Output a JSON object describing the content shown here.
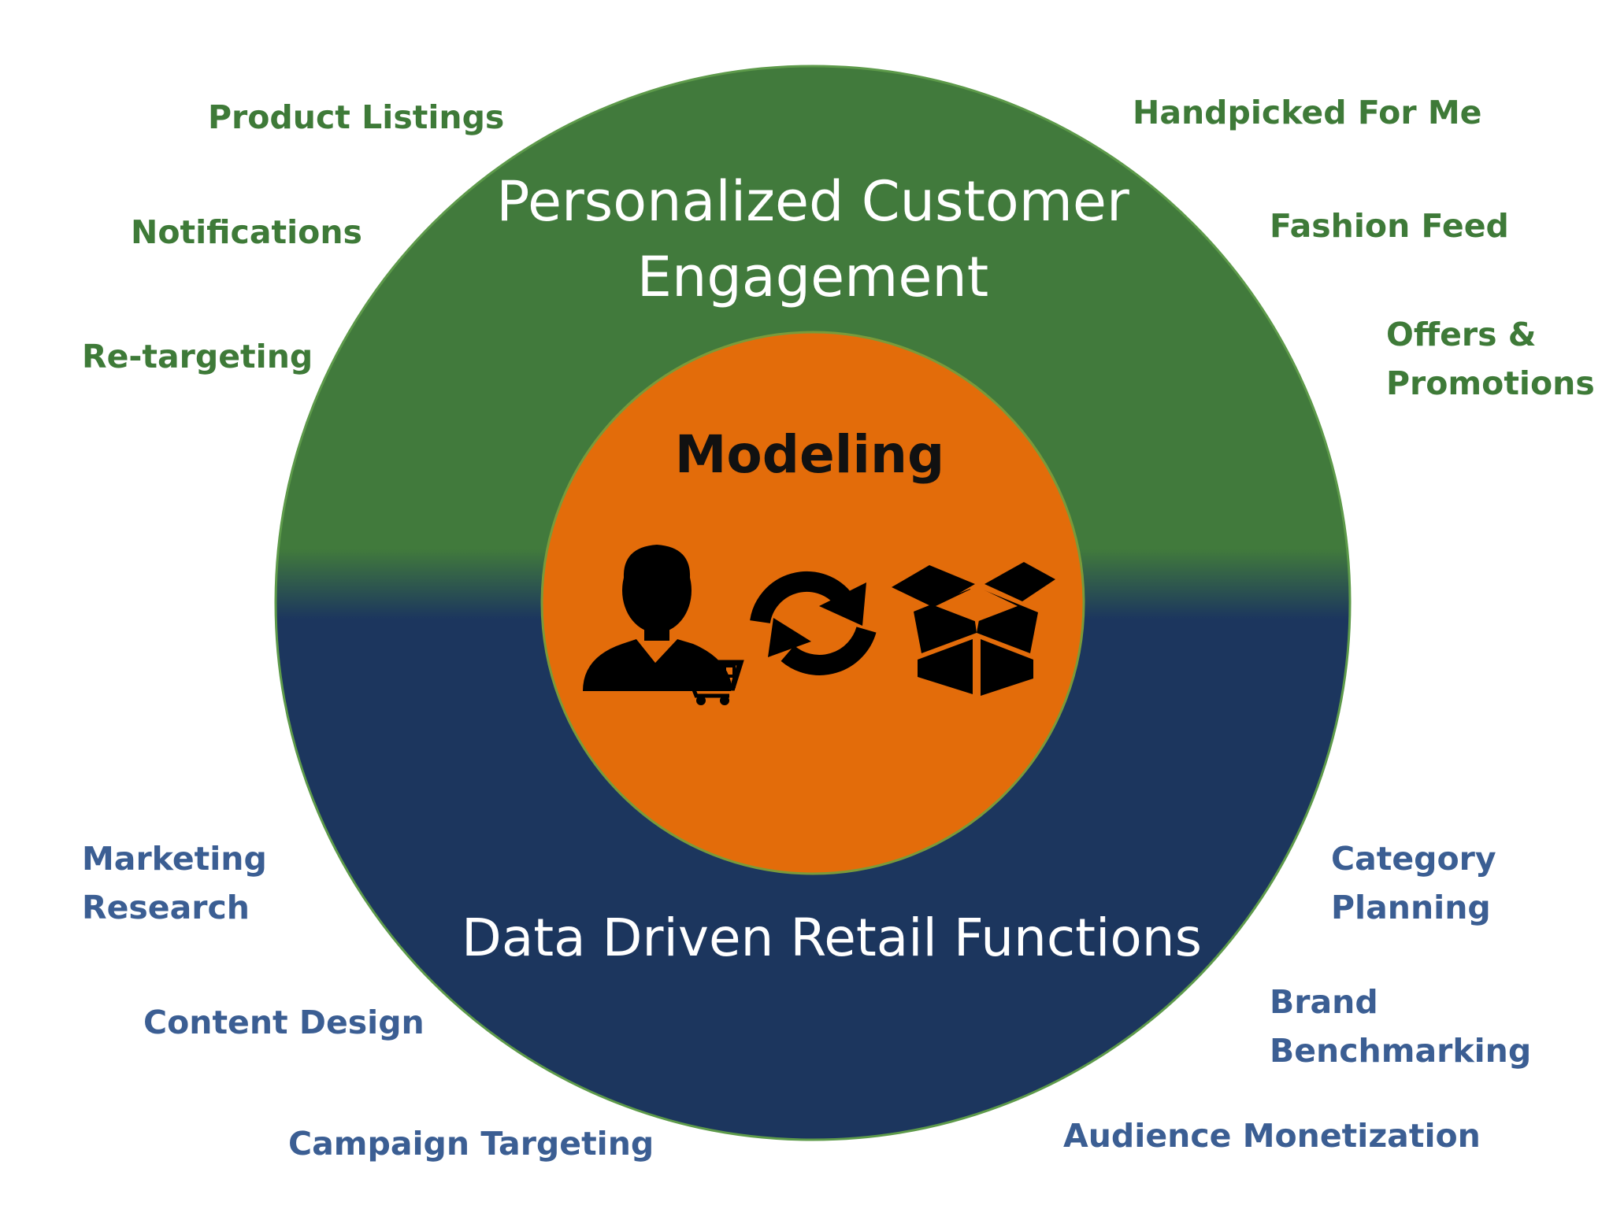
{
  "colors": {
    "outer_top": "#417a3c",
    "outer_bottom": "#1c365e",
    "inner": "#e36c0a",
    "green_text": "#3e7a38",
    "blue_text": "#3b5e93",
    "icon": "#000000",
    "circle_text": "#ffffff"
  },
  "circle": {
    "top_title": "Personalized Customer Engagement",
    "bottom_title": "Data Driven Retail Functions",
    "center_title": "Modeling"
  },
  "icons": [
    "shopper-with-cart-icon",
    "refresh-arrows-icon",
    "open-box-icon"
  ],
  "left_green": [
    {
      "id": "product-listings",
      "text": "Product Listings"
    },
    {
      "id": "notifications",
      "text": "Notifications"
    },
    {
      "id": "re-targeting",
      "text": "Re-targeting"
    }
  ],
  "right_green": [
    {
      "id": "handpicked-for-me",
      "text": "Handpicked For Me"
    },
    {
      "id": "fashion-feed",
      "text": "Fashion Feed"
    },
    {
      "id": "offers-promotions",
      "text": "Offers &\nPromotions"
    }
  ],
  "left_blue": [
    {
      "id": "marketing-research",
      "text": "Marketing\nResearch"
    },
    {
      "id": "content-design",
      "text": "Content Design"
    },
    {
      "id": "campaign-targeting",
      "text": "Campaign Targeting"
    }
  ],
  "right_blue": [
    {
      "id": "category-planning",
      "text": "Category\nPlanning"
    },
    {
      "id": "brand-benchmarking",
      "text": "Brand\nBenchmarking"
    },
    {
      "id": "audience-monetization",
      "text": "Audience Monetization"
    }
  ]
}
